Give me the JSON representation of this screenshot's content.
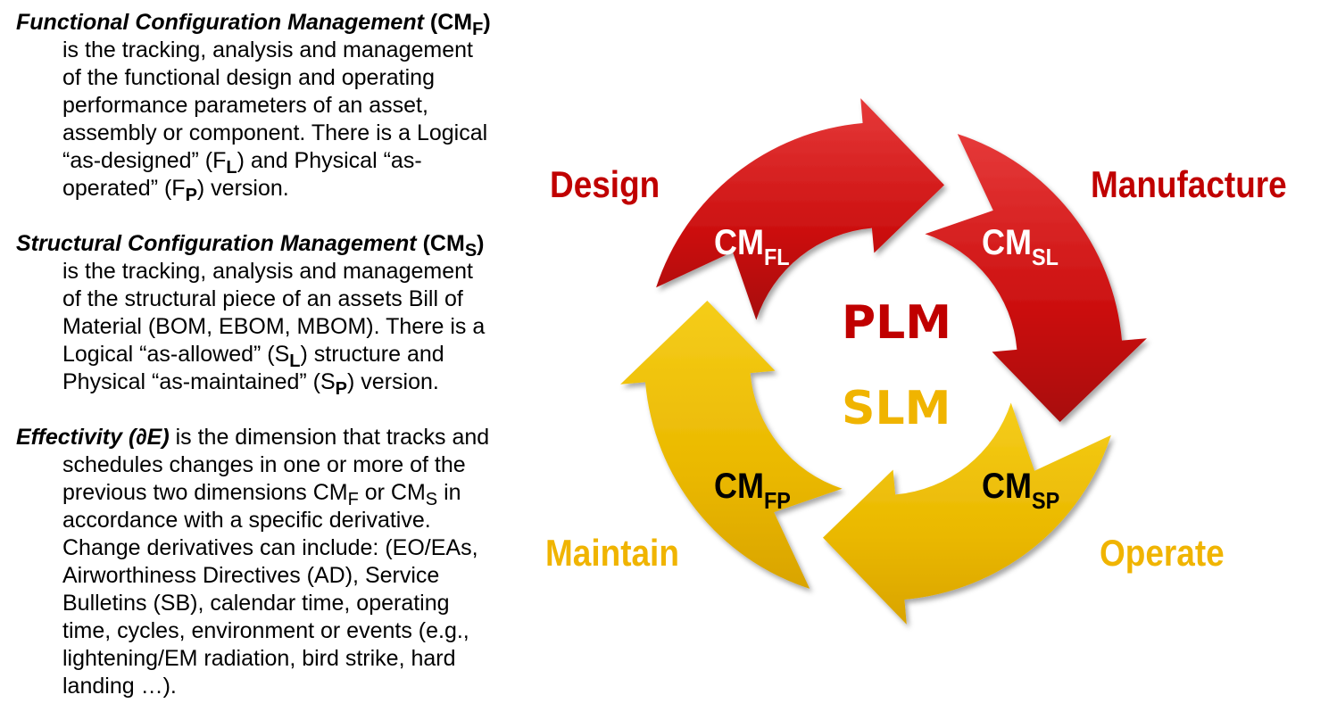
{
  "left_text": {
    "functional": {
      "heading": "Functional Configuration Management",
      "acronym": "CM",
      "acronym_sub": "F",
      "lines": [
        "is the tracking, analysis and management",
        "of the functional design and operating",
        "performance parameters of an asset,",
        "assembly or component.  There is a Logical"
      ],
      "line5_a": "“as-designed” (F",
      "line5_sub": "L",
      "line5_b": ") and Physical  “as-",
      "line6_a": "operated” (F",
      "line6_sub": "P",
      "line6_b": ") version."
    },
    "structural": {
      "heading": "Structural Configuration Management",
      "acronym": "CM",
      "acronym_sub": "S",
      "lines": [
        "is the tracking, analysis and management",
        "of the structural piece of an assets Bill of",
        "Material (BOM, EBOM, MBOM).  There is a"
      ],
      "line4_a": "Logical “as-allowed” (S",
      "line4_sub": "L",
      "line4_b": ") structure and",
      "line5_a": "Physical “as-maintained” (S",
      "line5_sub": "P",
      "line5_b": ") version."
    },
    "effectivity": {
      "heading": "Effectivity (∂E)",
      "first_line_rest": " is the dimension that tracks and",
      "line2": "schedules changes in one or more of the",
      "line3_a": "previous two dimensions CM",
      "line3_sub1": "F",
      "line3_b": " or CM",
      "line3_sub2": "S",
      "line3_c": " in",
      "lines_rest": [
        "accordance with a specific derivative.",
        "Change derivatives can include: (EO/EAs,",
        "Airworthiness Directives (AD), Service",
        "Bulletins (SB), calendar time, operating",
        "time, cycles, environment or events (e.g.,",
        "lightening/EM radiation, bird strike, hard",
        "landing …)."
      ]
    }
  },
  "diagram": {
    "stages": {
      "design": "Design",
      "manufacture": "Manufacture",
      "maintain": "Maintain",
      "operate": "Operate"
    },
    "arrows": {
      "fl": {
        "base": "CM",
        "sub": "FL"
      },
      "sl": {
        "base": "CM",
        "sub": "SL"
      },
      "fp": {
        "base": "CM",
        "sub": "FP"
      },
      "sp": {
        "base": "CM",
        "sub": "SP"
      }
    },
    "center": {
      "top": "PLM",
      "bottom": "SLM"
    },
    "colors": {
      "red": "#c00000",
      "red_arrow": "#d21414",
      "gold": "#f0b400",
      "gold_arrow": "#f2c200"
    }
  }
}
